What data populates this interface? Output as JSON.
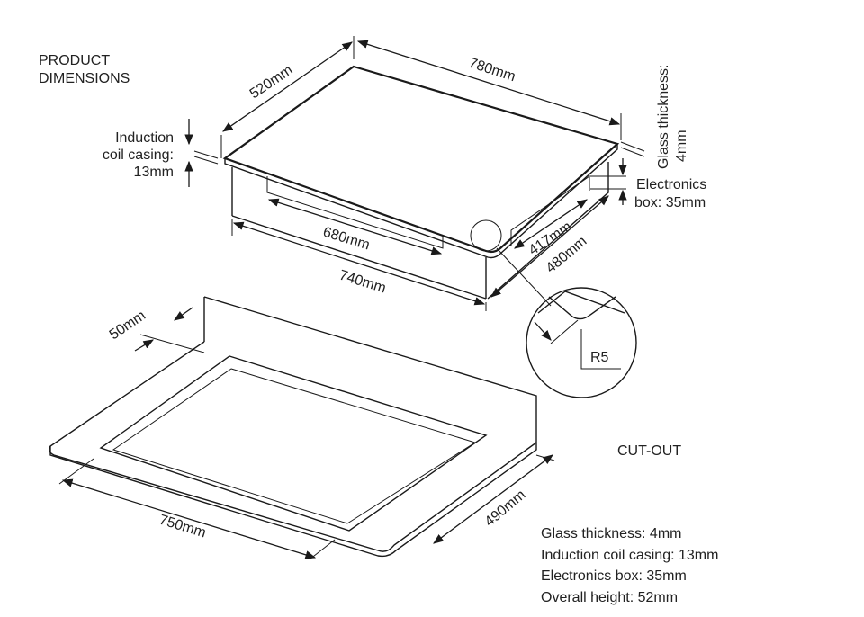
{
  "titles": {
    "product_line1": "PRODUCT",
    "product_line2": "DIMENSIONS",
    "cutout": "CUT-OUT"
  },
  "product": {
    "depth": "520mm",
    "width": "780mm",
    "inner_width": "680mm",
    "base_width": "740mm",
    "base_depth": "480mm",
    "inner_depth": "417mm",
    "induction_line1": "Induction",
    "induction_line2": "coil casing:",
    "induction_line3": "13mm",
    "glass_line1": "Glass thickness:",
    "glass_line2": "4mm",
    "electronics_line1": "Electronics",
    "electronics_line2": "box: 35mm",
    "radius": "R5"
  },
  "cutout": {
    "margin": "50mm",
    "width": "750mm",
    "depth": "490mm"
  },
  "notes": [
    "Glass thickness: 4mm",
    "Induction coil casing: 13mm",
    "Electronics box: 35mm",
    "Overall height: 52mm"
  ]
}
